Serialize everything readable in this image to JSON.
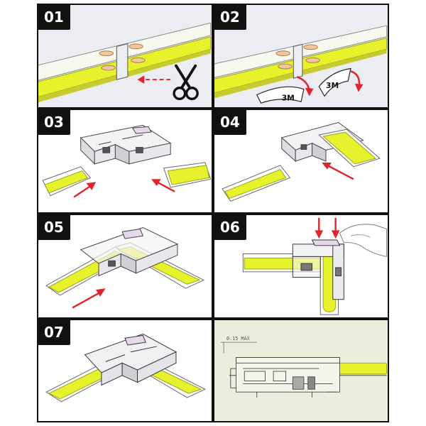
{
  "steps": [
    {
      "number": "01"
    },
    {
      "number": "02",
      "tape_label": "3M"
    },
    {
      "number": "03"
    },
    {
      "number": "04"
    },
    {
      "number": "05"
    },
    {
      "number": "06"
    },
    {
      "number": "07"
    },
    {
      "number": "",
      "dimension_label": "0.15 MAX"
    }
  ],
  "colors": {
    "led_yellow": "#e6f22c",
    "strip_edge": "#b9c21a",
    "arrow_red": "#e0242a",
    "badge_bg": "#111111",
    "panel_bg_grey": "#ebedf2",
    "panel_bg_cad": "#eceedd"
  },
  "icons": [
    "scissors-icon",
    "arrow-icon",
    "hand-icon"
  ]
}
